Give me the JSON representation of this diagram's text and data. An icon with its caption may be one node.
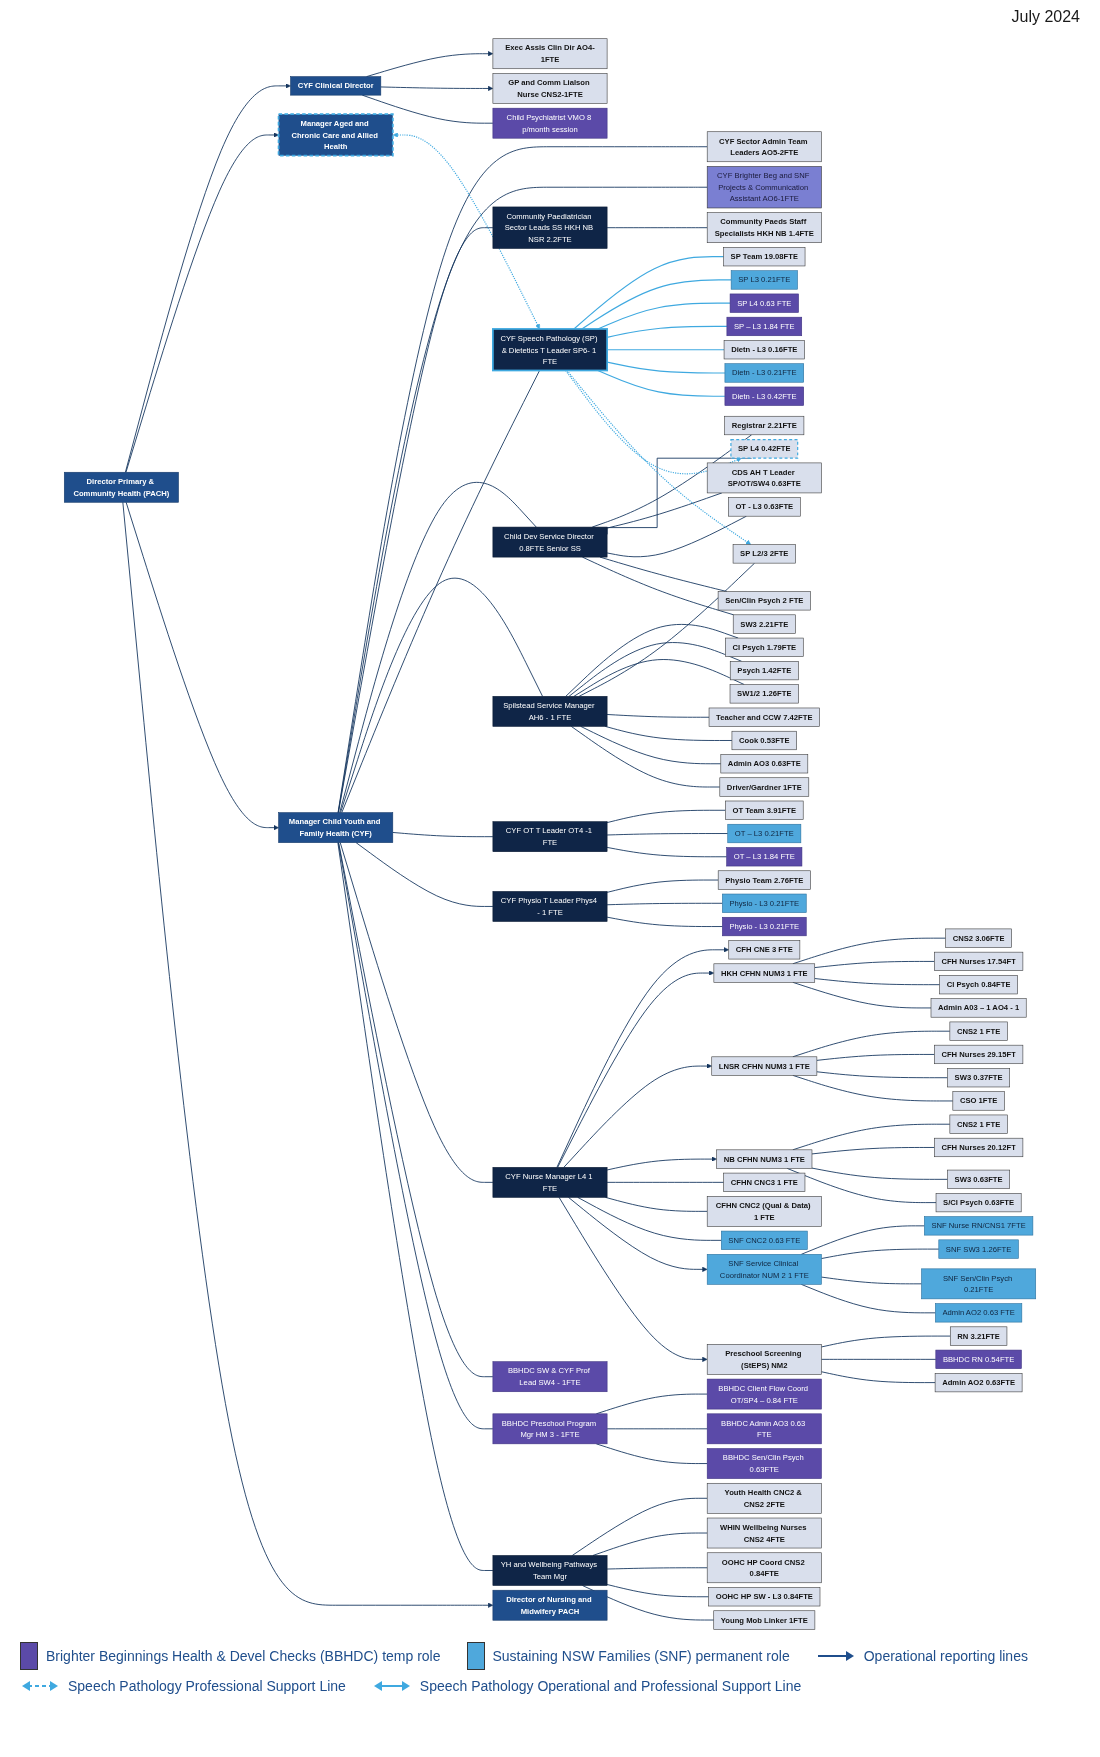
{
  "diagram": {
    "nodes": [
      {
        "text": [
          "Director Primary & Community Health (PACH)"
        ]
      },
      {
        "text": [
          "CYF Clinical Director"
        ]
      },
      {
        "text": [
          "Manager Aged and Chronic Care and Allied Health"
        ]
      },
      {
        "text": [
          "Manager Child Youth and Family Health (CYF)"
        ]
      },
      {
        "text": [
          "Director of Nursing and Midwifery PACH"
        ]
      },
      {
        "text": [
          "Exec Assis Clin Dir AO4-1FTE"
        ]
      },
      {
        "text": [
          "GP and Comm Lialson Nurse CNS2-1FTE"
        ]
      },
      {
        "text": [
          "CYF Sector Admin Team Leaders AO5-2FTE"
        ]
      },
      {
        "text": [
          "CYF Brighter Beg and SNF Projects & Communication Assistant AO6-1FTE"
        ]
      },
      {
        "text": [
          "Community Paediatrician Sector Leads SS HKH NB NSR 2.2FTE"
        ]
      },
      {
        "text": [
          "Child Dev Service Director 0.8FTE Senior SS"
        ]
      },
      {
        "text": [
          "Spilstead Service Manager AH6 - 1 FTE"
        ]
      },
      {
        "text": [
          "CYF Speech Pathology (SP) & Dietetics T Leader SP6- 1 FTE"
        ]
      },
      {
        "text": [
          "CYF OT T Leader OT4 -1 FTE"
        ]
      },
      {
        "text": [
          "CYF Physio T Leader Phys4 - 1 FTE"
        ]
      },
      {
        "text": [
          "CYF Nurse Manager L4 1 FTE"
        ]
      },
      {
        "text": [
          "BBHDC SW & CYF Prof Lead SW4 - 1FTE"
        ]
      },
      {
        "text": [
          "BBHDC Preschool Program Mgr HM 3 - 1FTE"
        ]
      },
      {
        "text": [
          "YH and Wellbeing Pathways Team Mgr"
        ]
      },
      {
        "text": [
          "Community Paeds Staff Specialists HKH NB 1.4FTE"
        ]
      },
      {
        "text": [
          "Child Psychiatrist VMO 8 p/month session"
        ]
      },
      {
        "text": [
          "Registrar 2.21FTE"
        ]
      },
      {
        "text": [
          "CDS AH T Leader SP/OT/SW4 0.63FTE"
        ]
      },
      {
        "text": [
          "SP L4 0.42FTE"
        ]
      },
      {
        "text": [
          "OT - L3 0.63FTE"
        ]
      },
      {
        "text": [
          "Sen/Clin Psych 2 FTE"
        ]
      },
      {
        "text": [
          "SW3 2.21FTE"
        ]
      },
      {
        "text": [
          "Cl Psych 1.79FTE"
        ]
      },
      {
        "text": [
          "Psych 1.42FTE"
        ]
      },
      {
        "text": [
          "SW1/2 1.26FTE"
        ]
      },
      {
        "text": [
          "SP L2/3 2FTE"
        ]
      },
      {
        "text": [
          "Teacher and CCW 7.42FTE"
        ]
      },
      {
        "text": [
          "Cook 0.53FTE"
        ]
      },
      {
        "text": [
          "Admin AO3 0.63FTE"
        ]
      },
      {
        "text": [
          "Driver/Gardner 1FTE"
        ]
      },
      {
        "text": [
          "SP Team 19.08FTE"
        ]
      },
      {
        "text": [
          "SP L3 0.21FTE"
        ]
      },
      {
        "text": [
          "SP L4 0.63 FTE"
        ]
      },
      {
        "text": [
          "SP – L3 1.84 FTE"
        ]
      },
      {
        "text": [
          "Dietn - L3 0.16FTE"
        ]
      },
      {
        "text": [
          "Dietn - L3 0.21FTE"
        ]
      },
      {
        "text": [
          "Dietn - L3 0.42FTE"
        ]
      },
      {
        "text": [
          "OT Team 3.91FTE"
        ]
      },
      {
        "text": [
          "OT – L3 0.21FTE"
        ]
      },
      {
        "text": [
          "OT – L3 1.84 FTE"
        ]
      },
      {
        "text": [
          "Physio Team 2.76FTE"
        ]
      },
      {
        "text": [
          "Physio - L3 0.21FTE"
        ]
      },
      {
        "text": [
          "Physio - L3 0.21FTE"
        ]
      },
      {
        "text": [
          "CFH CNE 3 FTE"
        ]
      },
      {
        "text": [
          "HKH CFHN NUM3 1 FTE"
        ]
      },
      {
        "text": [
          "LNSR CFHN NUM3 1 FTE"
        ]
      },
      {
        "text": [
          "NB CFHN NUM3 1 FTE"
        ]
      },
      {
        "text": [
          "CFHN CNC3 1 FTE"
        ]
      },
      {
        "text": [
          "CFHN CNC2 (Qual & Data) 1 FTE"
        ]
      },
      {
        "text": [
          "SNF CNC2 0.63 FTE"
        ]
      },
      {
        "text": [
          "SNF Service Clinical Coordinator NUM 2 1 FTE"
        ]
      },
      {
        "text": [
          "Preschool Screening (StEPS) NM2"
        ]
      },
      {
        "text": [
          "CNS2 3.06FTE"
        ]
      },
      {
        "text": [
          "CFH Nurses 17.54FT"
        ]
      },
      {
        "text": [
          "Cl Psych 0.84FTE"
        ]
      },
      {
        "text": [
          "Admin A03 – 1 AO4 - 1"
        ]
      },
      {
        "text": [
          "CNS2 1 FTE"
        ]
      },
      {
        "text": [
          "CFH Nurses 29.15FT"
        ]
      },
      {
        "text": [
          "SW3 0.37FTE"
        ]
      },
      {
        "text": [
          "CSO 1FTE"
        ]
      },
      {
        "text": [
          "CNS2 1 FTE"
        ]
      },
      {
        "text": [
          "CFH Nurses 20.12FT"
        ]
      },
      {
        "text": [
          "SW3 0.63FTE"
        ]
      },
      {
        "text": [
          "S/Cl Psych 0.63FTE"
        ]
      },
      {
        "text": [
          "SNF Nurse RN/CNS1 7FTE"
        ]
      },
      {
        "text": [
          "SNF SW3 1.26FTE"
        ]
      },
      {
        "text": [
          "SNF Sen/Clin Psych 0.21FTE"
        ]
      },
      {
        "text": [
          "Admin AO2 0.63 FTE"
        ]
      },
      {
        "text": [
          "RN 3.21FTE"
        ]
      },
      {
        "text": [
          "BBHDC RN 0.54FTE"
        ]
      },
      {
        "text": [
          "Admin AO2 0.63FTE"
        ]
      },
      {
        "text": [
          "BBHDC Client Flow Coord OT/SP4 – 0.84 FTE"
        ]
      },
      {
        "text": [
          "BBHDC Admin AO3 0.63 FTE"
        ]
      },
      {
        "text": [
          "BBHDC Sen/Clin Psych 0.63FTE"
        ]
      },
      {
        "text": [
          "Youth Health CNC2 & CNS2 2FTE"
        ]
      },
      {
        "text": [
          "WHIN Wellbeing Nurses CNS2 4FTE"
        ]
      },
      {
        "text": [
          "OOHC HP Coord CNS2 0.84FTE"
        ]
      },
      {
        "text": [
          "OOHC HP SW - L3 0.84FTE"
        ]
      },
      {
        "text": [
          "Young Mob Linker 1FTE"
        ]
      }
    ],
    "edges": [
      {
        "from": 0,
        "to": 1,
        "arrow": "to"
      },
      {
        "from": 0,
        "to": 2,
        "arrow": "to"
      },
      {
        "from": 0,
        "to": 3,
        "arrow": "to"
      },
      {
        "from": 0,
        "to": 4,
        "arrow": "to"
      },
      {
        "from": 1,
        "to": 5,
        "arrow": "to"
      },
      {
        "from": 1,
        "to": 6,
        "arrow": "to"
      },
      {
        "from": 1,
        "to": 20,
        "arrow": "none"
      },
      {
        "from": 3,
        "to": 7,
        "arrow": "none"
      },
      {
        "from": 3,
        "to": 8,
        "arrow": "none"
      },
      {
        "from": 3,
        "to": 9,
        "arrow": "none"
      },
      {
        "from": 3,
        "to": 10,
        "arrow": "none"
      },
      {
        "from": 3,
        "to": 11,
        "arrow": "none"
      },
      {
        "from": 3,
        "to": 12,
        "arrow": "none"
      },
      {
        "from": 3,
        "to": 13,
        "arrow": "none"
      },
      {
        "from": 3,
        "to": 14,
        "arrow": "none"
      },
      {
        "from": 3,
        "to": 15,
        "arrow": "none"
      },
      {
        "from": 3,
        "to": 16,
        "arrow": "none"
      },
      {
        "from": 3,
        "to": 17,
        "arrow": "none"
      },
      {
        "from": 3,
        "to": 18,
        "arrow": "none"
      },
      {
        "from": 9,
        "to": 19,
        "arrow": "none"
      },
      {
        "from": 10,
        "to": 21,
        "arrow": "none"
      },
      {
        "from": 10,
        "to": 22,
        "arrow": "none"
      },
      {
        "from": 10,
        "to": 23,
        "arrow": "none"
      },
      {
        "from": 10,
        "to": 24,
        "arrow": "none"
      },
      {
        "from": 10,
        "to": 25,
        "arrow": "none"
      },
      {
        "from": 10,
        "to": 26,
        "arrow": "none"
      },
      {
        "from": 11,
        "to": 27,
        "arrow": "none"
      },
      {
        "from": 11,
        "to": 28,
        "arrow": "none"
      },
      {
        "from": 11,
        "to": 29,
        "arrow": "none"
      },
      {
        "from": 11,
        "to": 30,
        "arrow": "none"
      },
      {
        "from": 11,
        "to": 31,
        "arrow": "none"
      },
      {
        "from": 11,
        "to": 32,
        "arrow": "none"
      },
      {
        "from": 11,
        "to": 33,
        "arrow": "none"
      },
      {
        "from": 11,
        "to": 34,
        "arrow": "none"
      },
      {
        "from": 12,
        "to": 35,
        "arrow": "none",
        "color": "#3fa9e0"
      },
      {
        "from": 12,
        "to": 36,
        "arrow": "none",
        "color": "#3fa9e0"
      },
      {
        "from": 12,
        "to": 37,
        "arrow": "none",
        "color": "#3fa9e0"
      },
      {
        "from": 12,
        "to": 38,
        "arrow": "none",
        "color": "#3fa9e0"
      },
      {
        "from": 12,
        "to": 39,
        "arrow": "none",
        "color": "#3fa9e0"
      },
      {
        "from": 12,
        "to": 40,
        "arrow": "none",
        "color": "#3fa9e0"
      },
      {
        "from": 12,
        "to": 41,
        "arrow": "none",
        "color": "#3fa9e0"
      },
      {
        "from": 13,
        "to": 42,
        "arrow": "none"
      },
      {
        "from": 13,
        "to": 43,
        "arrow": "none"
      },
      {
        "from": 13,
        "to": 44,
        "arrow": "none"
      },
      {
        "from": 14,
        "to": 45,
        "arrow": "none"
      },
      {
        "from": 14,
        "to": 46,
        "arrow": "none"
      },
      {
        "from": 14,
        "to": 47,
        "arrow": "none"
      },
      {
        "from": 15,
        "to": 48,
        "arrow": "to"
      },
      {
        "from": 15,
        "to": 49,
        "arrow": "to"
      },
      {
        "from": 15,
        "to": 50,
        "arrow": "to"
      },
      {
        "from": 15,
        "to": 51,
        "arrow": "to"
      },
      {
        "from": 15,
        "to": 52,
        "arrow": "none"
      },
      {
        "from": 15,
        "to": 53,
        "arrow": "none"
      },
      {
        "from": 15,
        "to": 54,
        "arrow": "none"
      },
      {
        "from": 15,
        "to": 55,
        "arrow": "to"
      },
      {
        "from": 15,
        "to": 56,
        "arrow": "to"
      },
      {
        "from": 49,
        "to": 57,
        "arrow": "none"
      },
      {
        "from": 49,
        "to": 58,
        "arrow": "none"
      },
      {
        "from": 49,
        "to": 59,
        "arrow": "none"
      },
      {
        "from": 49,
        "to": 60,
        "arrow": "none"
      },
      {
        "from": 50,
        "to": 61,
        "arrow": "none"
      },
      {
        "from": 50,
        "to": 62,
        "arrow": "none"
      },
      {
        "from": 50,
        "to": 63,
        "arrow": "none"
      },
      {
        "from": 50,
        "to": 64,
        "arrow": "none"
      },
      {
        "from": 51,
        "to": 65,
        "arrow": "none"
      },
      {
        "from": 51,
        "to": 66,
        "arrow": "none"
      },
      {
        "from": 51,
        "to": 67,
        "arrow": "none"
      },
      {
        "from": 51,
        "to": 68,
        "arrow": "none"
      },
      {
        "from": 55,
        "to": 69,
        "arrow": "none"
      },
      {
        "from": 55,
        "to": 70,
        "arrow": "none"
      },
      {
        "from": 55,
        "to": 71,
        "arrow": "none"
      },
      {
        "from": 55,
        "to": 72,
        "arrow": "none"
      },
      {
        "from": 56,
        "to": 73,
        "arrow": "none"
      },
      {
        "from": 56,
        "to": 74,
        "arrow": "none"
      },
      {
        "from": 56,
        "to": 75,
        "arrow": "none"
      },
      {
        "from": 17,
        "to": 76,
        "arrow": "none"
      },
      {
        "from": 17,
        "to": 77,
        "arrow": "none"
      },
      {
        "from": 17,
        "to": 78,
        "arrow": "none"
      },
      {
        "from": 18,
        "to": 79,
        "arrow": "none"
      },
      {
        "from": 18,
        "to": 80,
        "arrow": "none"
      },
      {
        "from": 18,
        "to": 81,
        "arrow": "none"
      },
      {
        "from": 18,
        "to": 82,
        "arrow": "none"
      },
      {
        "from": 18,
        "to": 83,
        "arrow": "none"
      },
      {
        "from": 2,
        "to": 12,
        "arrow": "both",
        "style": "dashed",
        "color": "#3fa9e0"
      },
      {
        "from": 12,
        "to": 30,
        "arrow": "to",
        "style": "dashed",
        "color": "#3fa9e0"
      },
      {
        "from": 12,
        "to": 23,
        "arrow": "to",
        "style": "dashed",
        "color": "#3fa9e0"
      }
    ],
    "labels": [
      "July 2024"
    ],
    "legend": [
      {
        "text": "Brighter Beginnings Health & Devel Checks (BBHDC) temp role",
        "color": "#5b4aa8"
      },
      {
        "text": "Sustaining NSW Families (SNF) permanent role",
        "color": "#4fa8dc"
      },
      {
        "text": "Operational reporting lines"
      },
      {
        "text": "Speech Pathology Professional Support Line"
      },
      {
        "text": "Speech Pathology Operational and Professional Support Line"
      }
    ]
  }
}
